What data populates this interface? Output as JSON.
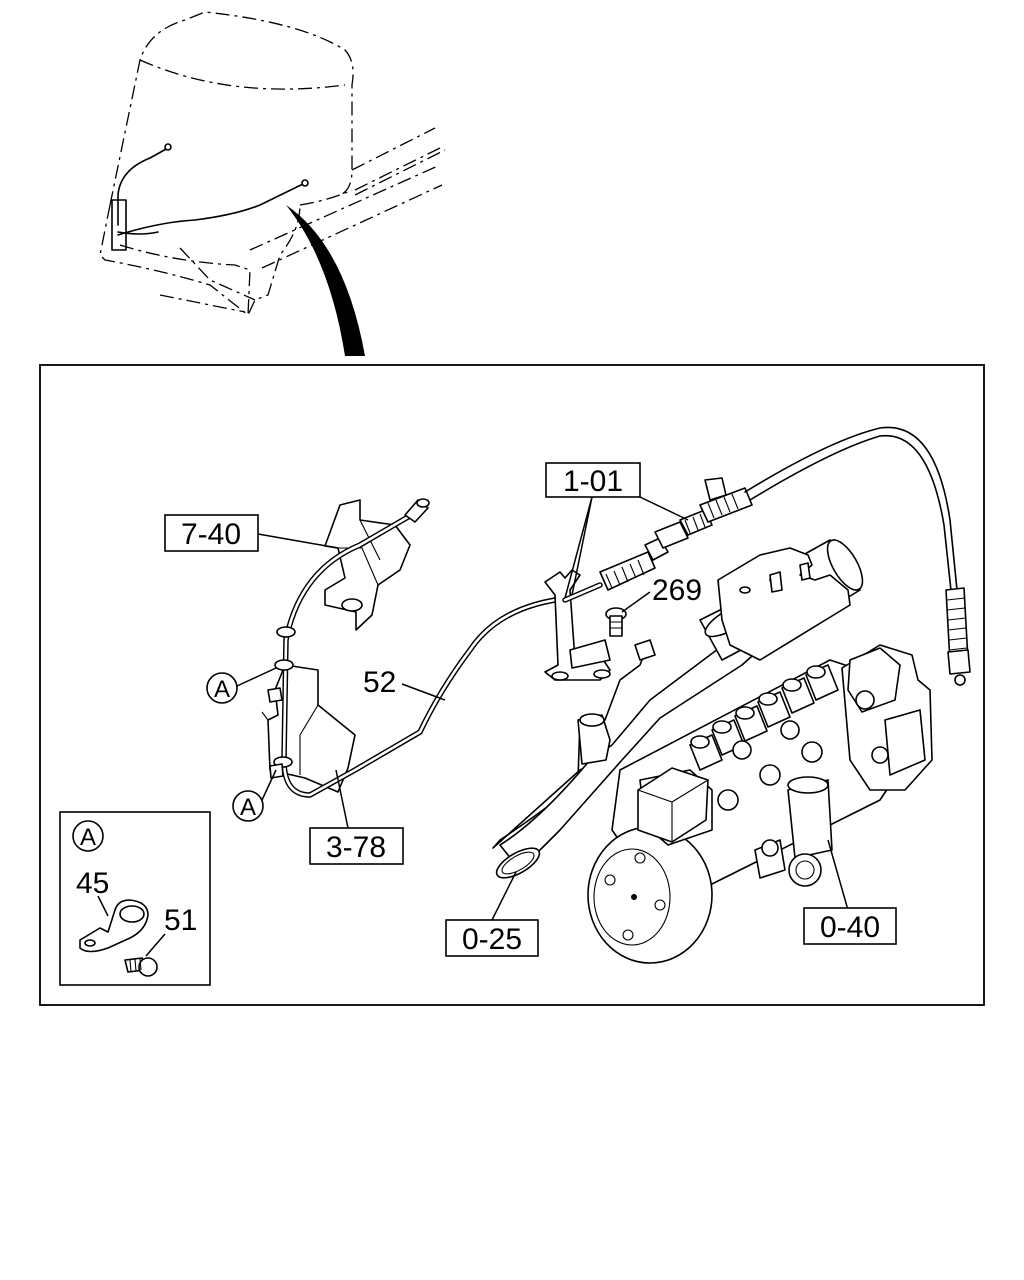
{
  "callouts": {
    "c_7_40": "7-40",
    "c_1_01": "1-01",
    "c_269": "269",
    "c_52": "52",
    "c_a1": "A",
    "c_a2": "A",
    "c_3_78": "3-78",
    "c_0_25": "0-25",
    "c_0_40": "0-40"
  },
  "detail": {
    "ref": "A",
    "c_45": "45",
    "c_51": "51"
  }
}
